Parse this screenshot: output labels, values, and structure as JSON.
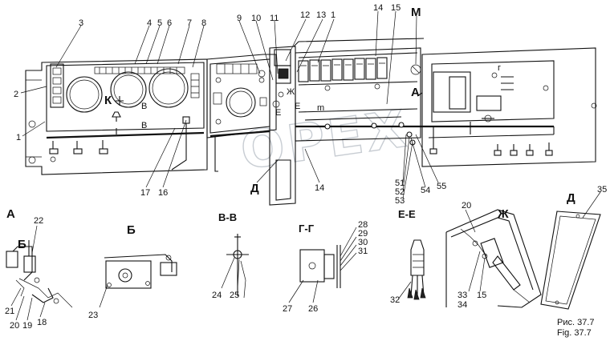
{
  "watermark": "OPEX",
  "section_marks": {
    "M": "М",
    "K": "К",
    "B1": "В",
    "B2": "В",
    "E1": "Е",
    "E2": "Е",
    "m": "m",
    "G": "г",
    "A": "А",
    "Zh": "Ж",
    "D": "Д",
    "B_small": "Б"
  },
  "callouts_top": [
    "1",
    "2",
    "3",
    "4",
    "5",
    "6",
    "7",
    "8",
    "9",
    "10",
    "11",
    "12",
    "13",
    "1",
    "14",
    "15",
    "16",
    "17",
    "14",
    "51",
    "52",
    "53",
    "54",
    "55"
  ],
  "views": {
    "a": {
      "title": "А",
      "labels": [
        "22",
        "Б",
        "21",
        "20",
        "19",
        "18"
      ]
    },
    "b": {
      "title": "Б",
      "labels": [
        "23"
      ]
    },
    "vv": {
      "title": "В-В",
      "labels": [
        "24",
        "25"
      ]
    },
    "gg": {
      "title": "Г-Г",
      "labels": [
        "28",
        "29",
        "30",
        "31",
        "27",
        "26"
      ]
    },
    "ee": {
      "title": "Е-Е",
      "labels": [
        "32"
      ]
    },
    "zh": {
      "title": "Ж",
      "labels": [
        "20",
        "33",
        "34",
        "15"
      ]
    },
    "d": {
      "title": "Д",
      "labels": [
        "35"
      ]
    }
  },
  "caption": {
    "ru": "Рис. 37.7",
    "en": "Fig. 37.7"
  }
}
